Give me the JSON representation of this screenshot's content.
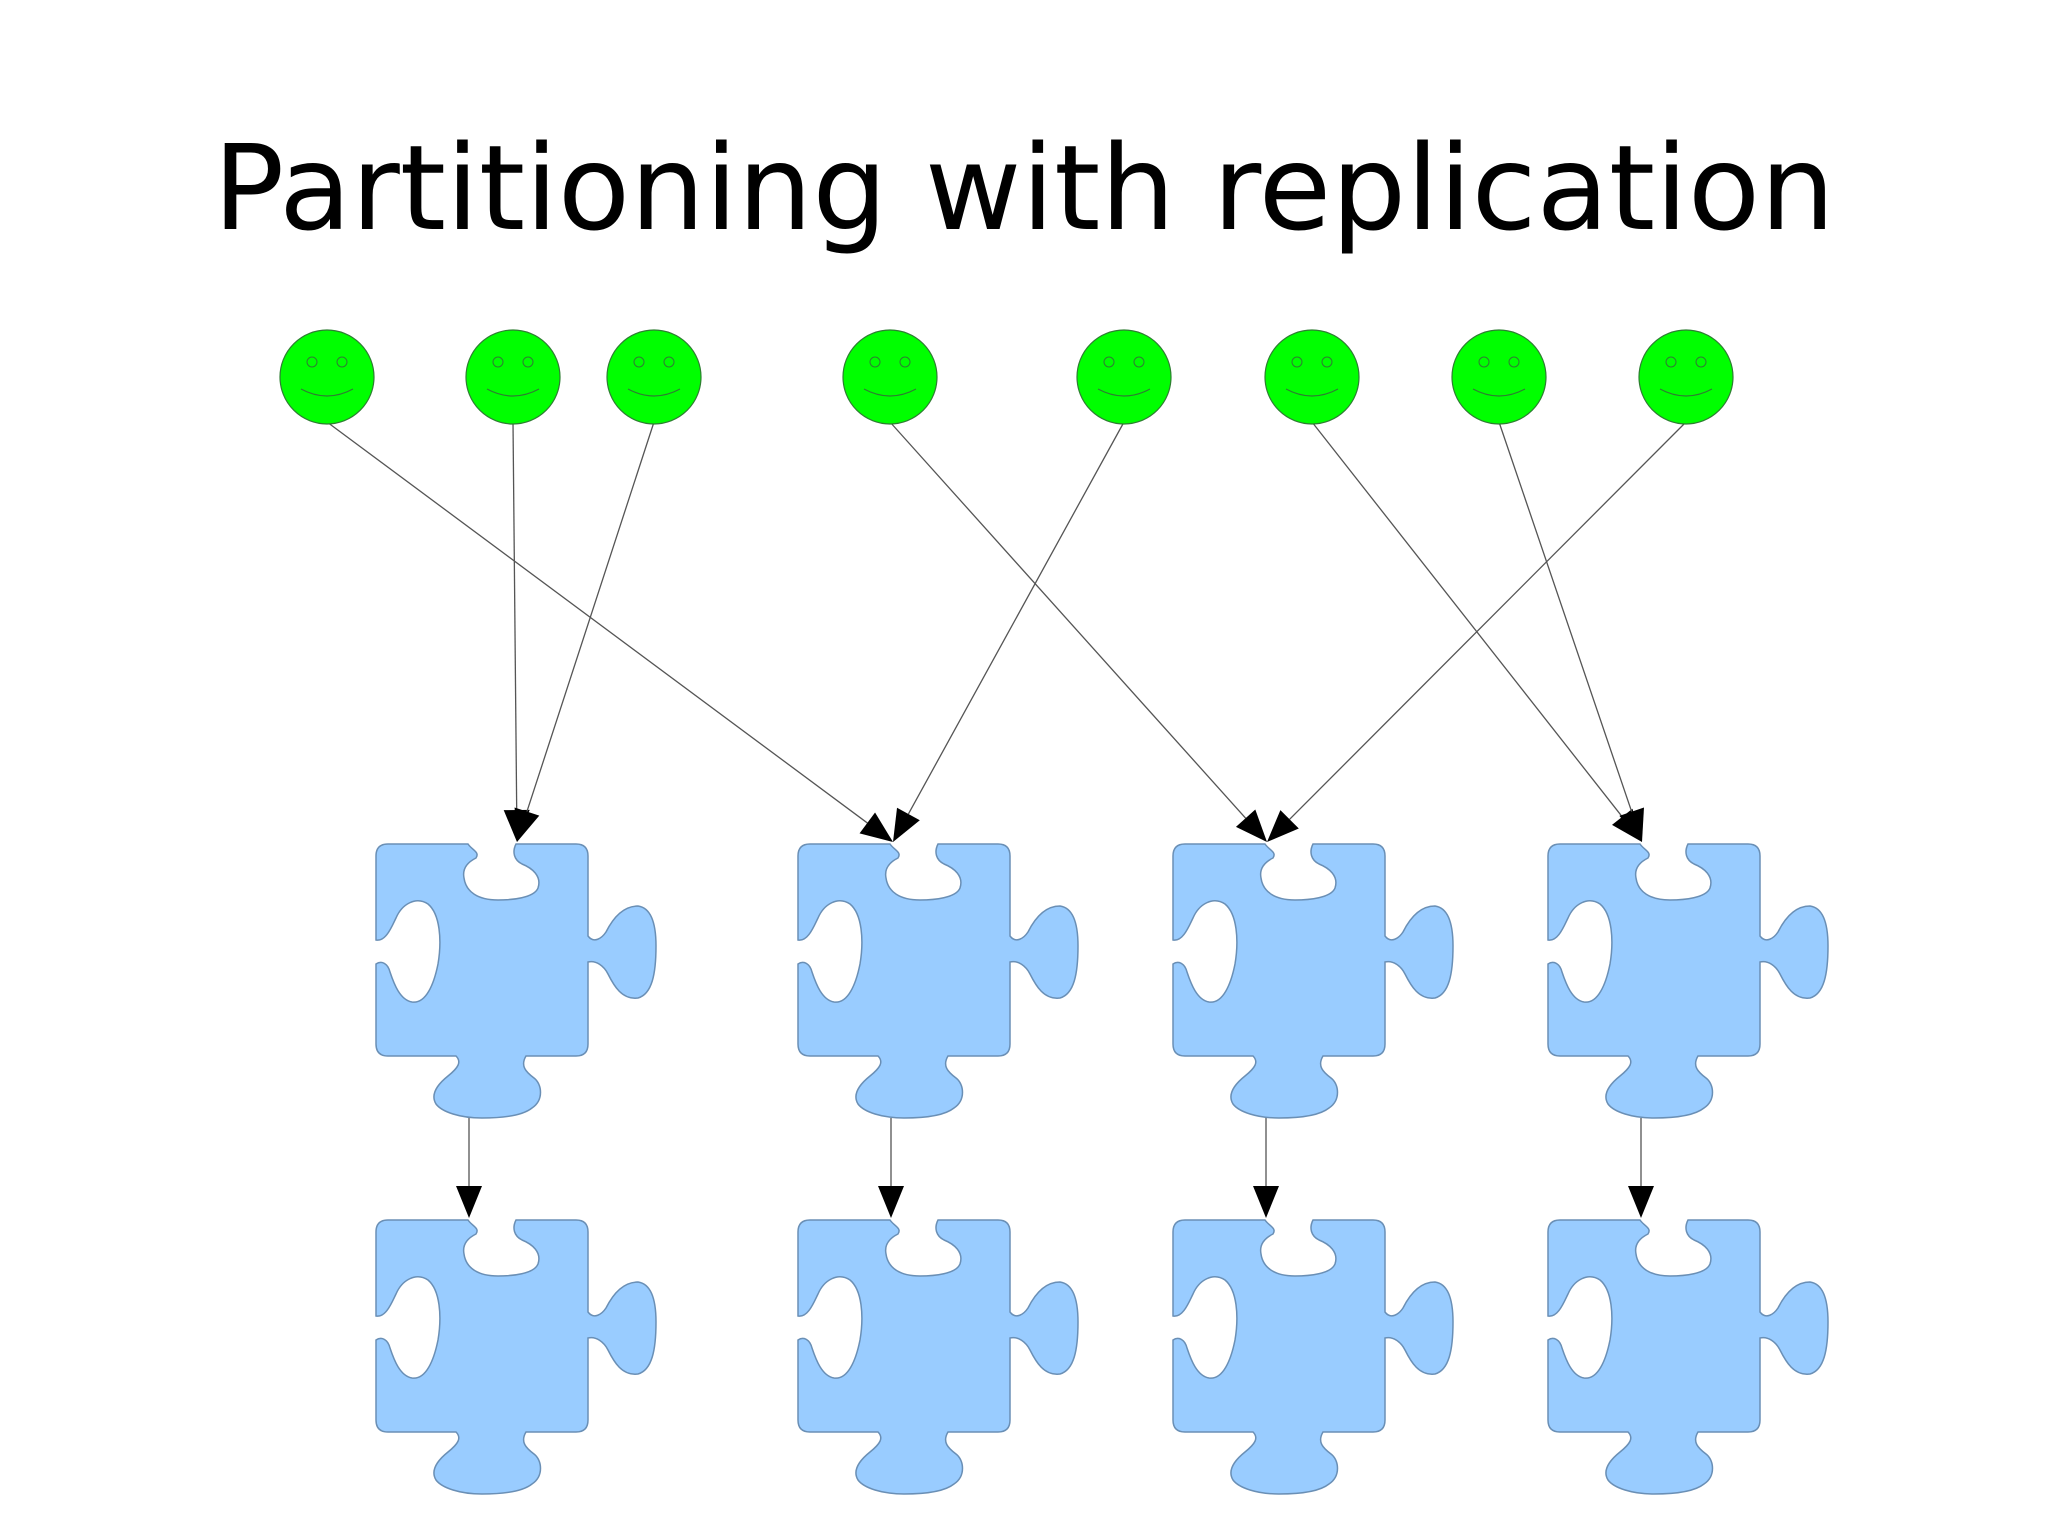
{
  "title": "Partitioning with replication",
  "colors": {
    "client_fill": "#00ff00",
    "client_stroke": "#2e7d32",
    "piece_fill": "#99ccff",
    "piece_stroke": "#6a8fb5",
    "line": "#555555",
    "arrowhead": "#000000"
  },
  "icons": {
    "client": "smiley-face-icon",
    "partition": "puzzle-piece-icon"
  },
  "clients": [
    {
      "id": "client-1",
      "target": 1
    },
    {
      "id": "client-2",
      "target": 0
    },
    {
      "id": "client-3",
      "target": 0
    },
    {
      "id": "client-4",
      "target": 2
    },
    {
      "id": "client-5",
      "target": 1
    },
    {
      "id": "client-6",
      "target": 3
    },
    {
      "id": "client-7",
      "target": 3
    },
    {
      "id": "client-8",
      "target": 2
    }
  ],
  "partitions": [
    {
      "id": "partition-1",
      "replicas": 1
    },
    {
      "id": "partition-2",
      "replicas": 1
    },
    {
      "id": "partition-3",
      "replicas": 1
    },
    {
      "id": "partition-4",
      "replicas": 1
    }
  ]
}
